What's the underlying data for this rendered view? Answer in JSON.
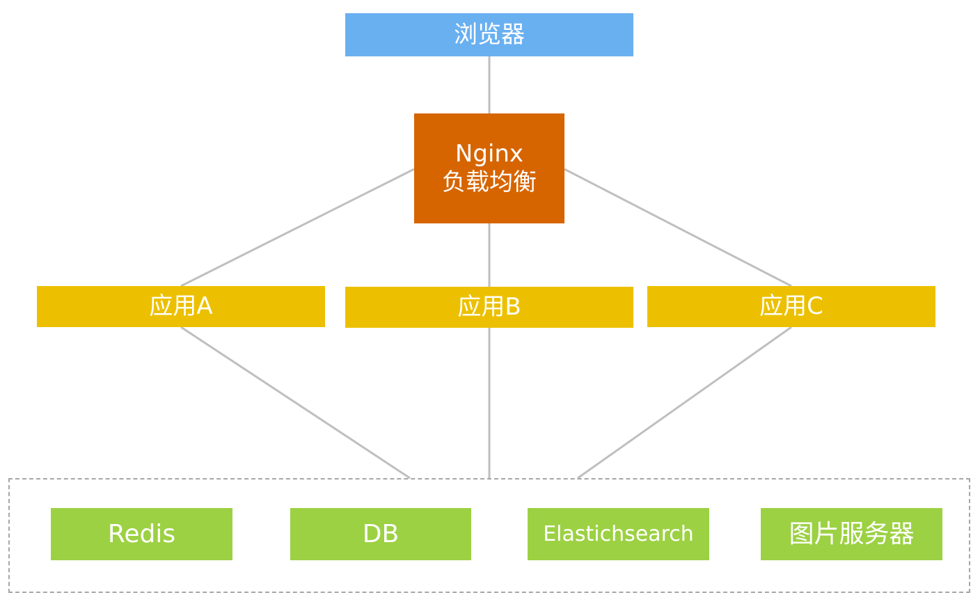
{
  "colors": {
    "browser": "#69b0f1",
    "nginx": "#d66500",
    "app": "#ecc000",
    "backend": "#9cd143",
    "connector": "#bfbfbf",
    "group_border": "#a6a6a6",
    "text": "#ffffff"
  },
  "browser": {
    "label": "浏览器"
  },
  "nginx": {
    "line1": "Nginx",
    "line2": "负载均衡"
  },
  "apps": [
    {
      "label": "应用A"
    },
    {
      "label": "应用B"
    },
    {
      "label": "应用C"
    }
  ],
  "backends": [
    {
      "label": "Redis"
    },
    {
      "label": "DB"
    },
    {
      "label": "Elastichsearch"
    },
    {
      "label": "图片服务器"
    }
  ]
}
